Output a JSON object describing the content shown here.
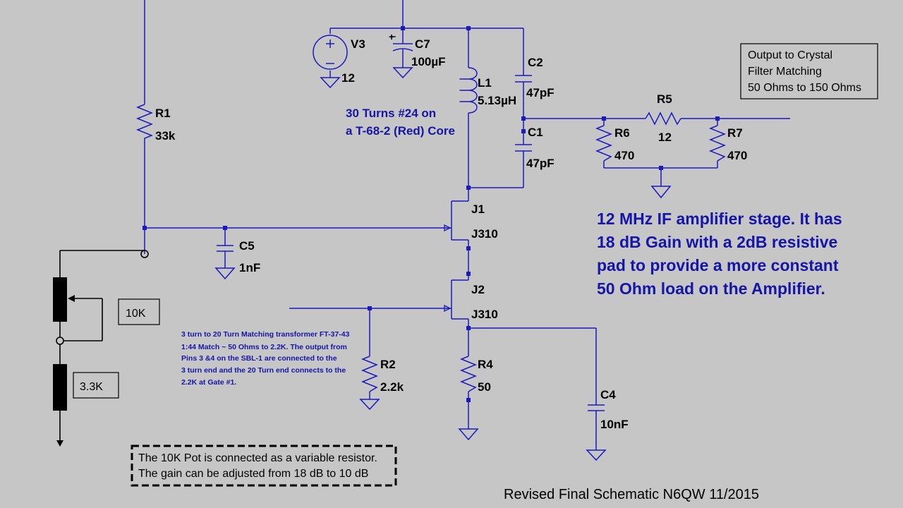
{
  "components": {
    "V3": {
      "ref": "V3",
      "value": "12"
    },
    "C7": {
      "ref": "C7",
      "value": "100µF"
    },
    "L1": {
      "ref": "L1",
      "value": "5.13µH"
    },
    "C2": {
      "ref": "C2",
      "value": "47pF"
    },
    "C1": {
      "ref": "C1",
      "value": "47pF"
    },
    "R1": {
      "ref": "R1",
      "value": "33k"
    },
    "R5": {
      "ref": "R5",
      "value": "12"
    },
    "R6": {
      "ref": "R6",
      "value": "470"
    },
    "R7": {
      "ref": "R7",
      "value": "470"
    },
    "J1": {
      "ref": "J1",
      "value": "J310"
    },
    "J2": {
      "ref": "J2",
      "value": "J310"
    },
    "C5": {
      "ref": "C5",
      "value": "1nF"
    },
    "R2": {
      "ref": "R2",
      "value": "2.2k"
    },
    "R4": {
      "ref": "R4",
      "value": "50"
    },
    "C4": {
      "ref": "C4",
      "value": "10nF"
    }
  },
  "coil_note": [
    "30 Turns #24 on",
    "a T-68-2 (Red) Core"
  ],
  "output_box": [
    "Output to Crystal",
    "Filter Matching",
    "50 Ohms to 150 Ohms"
  ],
  "description": [
    "12 MHz IF amplifier stage. It has",
    "18 dB Gain with a  2dB resistive",
    "pad to provide a more constant",
    "50 Ohm load on the Amplifier."
  ],
  "transformer_note": [
    "3 turn to 20 Turn Matching transformer FT-37-43",
    "1:44 Match ~ 50 Ohms to 2.2K. The output from",
    "Pins 3 &4 on the SBL-1 are connected to the",
    "3 turn end and the 20 Turn end connects to the",
    "2.2K at Gate #1."
  ],
  "pot_label": "10K",
  "fixed_resistor_label": "3.3K",
  "pot_note": [
    "The 10K Pot is connected as a variable resistor.",
    "The gain can be adjusted from 18 dB to 10 dB"
  ],
  "footer": "Revised Final Schematic N6QW 11/2015",
  "colors": {
    "background": "#c6c6c6",
    "wire": "#1a1ac0",
    "text_blue": "#1515a8"
  }
}
